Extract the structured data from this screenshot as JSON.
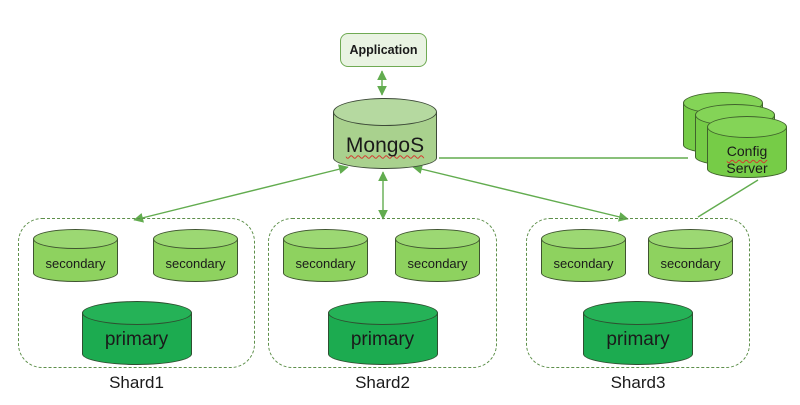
{
  "application": {
    "label": "Application"
  },
  "mongos": {
    "label": "MongoS"
  },
  "config_server": {
    "line1": "Config",
    "line2": "Server"
  },
  "shards": [
    {
      "label": "Shard1",
      "secondaries": [
        "secondary",
        "secondary"
      ],
      "primary": "primary"
    },
    {
      "label": "Shard2",
      "secondaries": [
        "secondary",
        "secondary"
      ],
      "primary": "primary"
    },
    {
      "label": "Shard3",
      "secondaries": [
        "secondary",
        "secondary"
      ],
      "primary": "primary"
    }
  ],
  "connections": [
    {
      "from": "Application",
      "to": "MongoS",
      "style": "double-arrow"
    },
    {
      "from": "MongoS",
      "to": "Shard1",
      "style": "double-arrow"
    },
    {
      "from": "MongoS",
      "to": "Shard2",
      "style": "double-arrow"
    },
    {
      "from": "MongoS",
      "to": "Shard3",
      "style": "double-arrow"
    },
    {
      "from": "MongoS",
      "to": "Config Server",
      "style": "line"
    },
    {
      "from": "Config Server",
      "to": "Shard3",
      "style": "line"
    }
  ],
  "colors": {
    "application_fill": "#e9f3e2",
    "application_border": "#6faa53",
    "mongos_fill": "#a9d18e",
    "config_fill": "#76cc47",
    "secondary_fill": "#8ed25f",
    "primary_fill": "#1cab50",
    "cylinder_stroke": "#3f5430",
    "arrow": "#62ac4f",
    "dashed_border": "#5d8f4a",
    "spellcheck_underline": "#d43a2f",
    "text": "#1a1a1a"
  }
}
